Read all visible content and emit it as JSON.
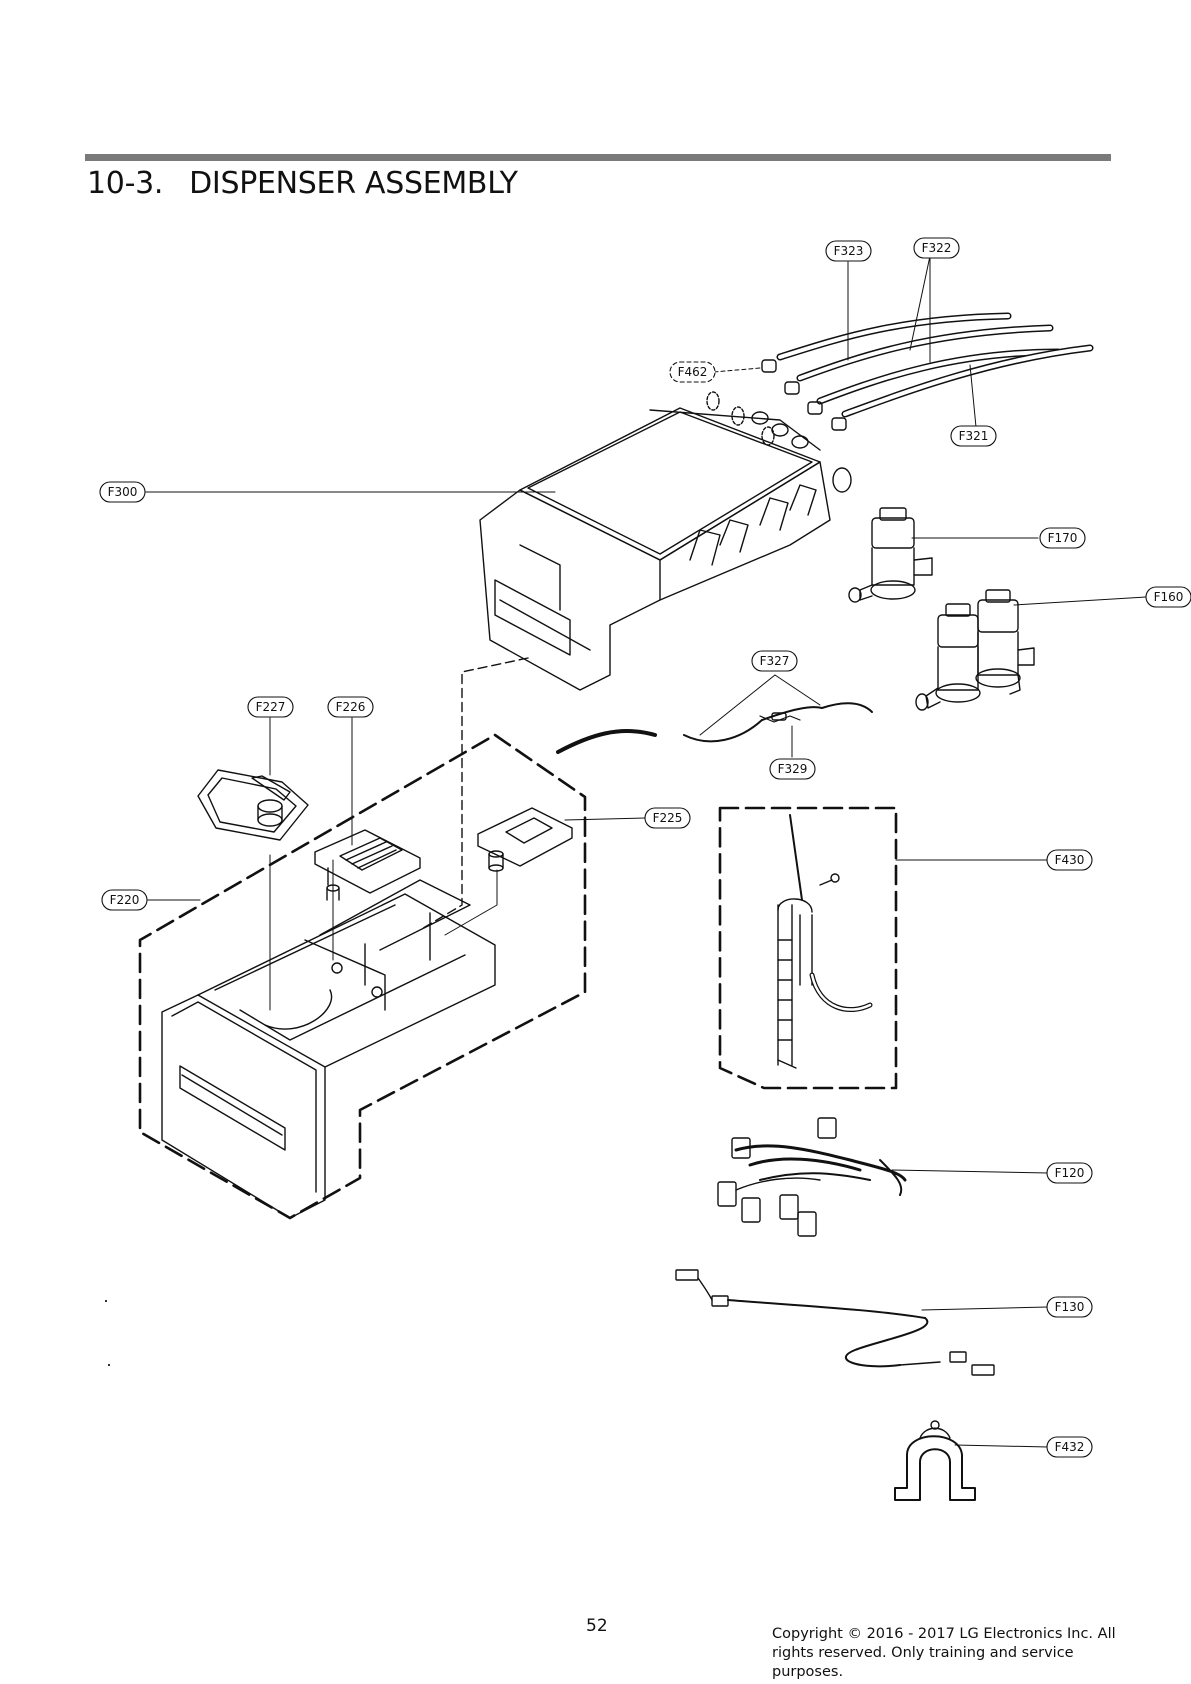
{
  "section": {
    "number": "10-3.",
    "title": "DISPENSER ASSEMBLY"
  },
  "callouts": {
    "F323": "F323",
    "F322": "F322",
    "F462": "F462",
    "F321": "F321",
    "F300": "F300",
    "F170": "F170",
    "F160": "F160",
    "F327": "F327",
    "F329": "F329",
    "F227": "F227",
    "F226": "F226",
    "F225": "F225",
    "F220": "F220",
    "F430": "F430",
    "F120": "F120",
    "F130": "F130",
    "F432": "F432"
  },
  "footer": {
    "page_number": "52",
    "copyright": "Copyright © 2016 - 2017 LG Electronics Inc. All rights reserved. Only training and service purposes."
  }
}
